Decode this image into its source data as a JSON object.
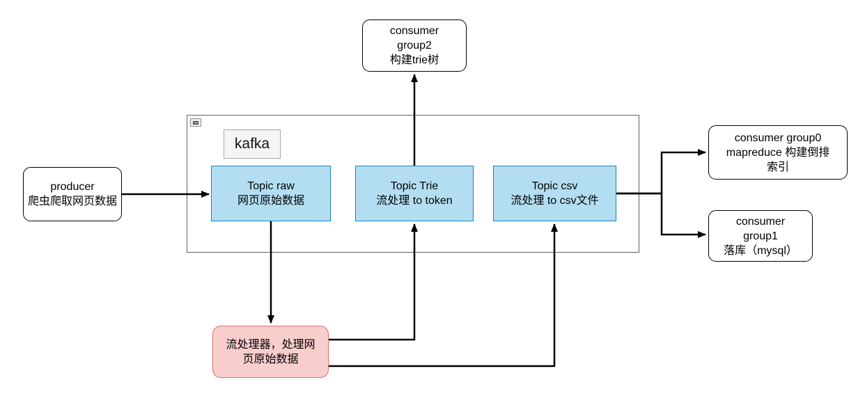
{
  "diagram": {
    "title": "kafka pipeline diagram",
    "container": {
      "label": "kafka"
    },
    "nodes": {
      "producer": {
        "text": "producer\n爬虫爬取网页数据"
      },
      "consumer_group2": {
        "text": "consumer\ngroup2\n构建trie树"
      },
      "topic_raw": {
        "text": "Topic raw\n网页原始数据"
      },
      "topic_trie": {
        "text": "Topic Trie\n流处理 to token"
      },
      "topic_csv": {
        "text": "Topic csv\n流处理 to csv文件"
      },
      "consumer_group0": {
        "text": "consumer group0\nmapreduce 构建倒排\n索引"
      },
      "consumer_group1": {
        "text": "consumer\ngroup1\n落库（mysql）"
      },
      "stream_processor": {
        "text": "流处理器，处理网\n页原始数据"
      }
    },
    "colors": {
      "topic_fill": "#b3def2",
      "topic_stroke": "#1e7fc1",
      "processor_fill": "#f8cecc",
      "processor_stroke": "#dd6e6b",
      "container_stroke": "#616161",
      "edge": "#000000"
    }
  }
}
